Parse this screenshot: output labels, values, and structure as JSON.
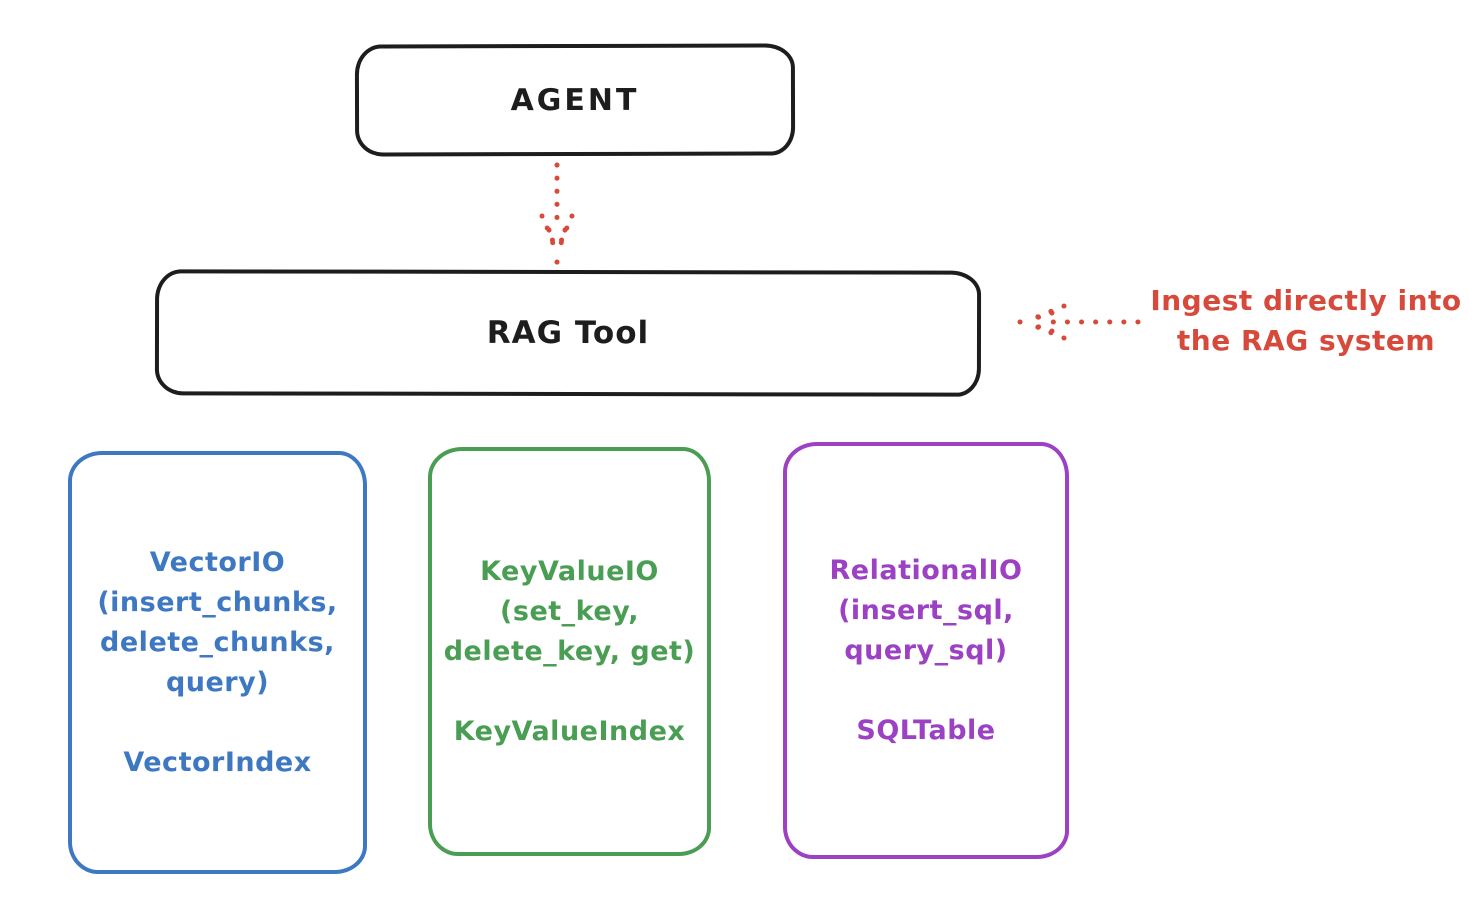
{
  "palette": {
    "ink": "#1d1d1d",
    "red": "#d6493b",
    "blue": "#3e78c2",
    "green": "#4a9e54",
    "purple": "#9c40c4",
    "background": "#ffffff"
  },
  "nodes": {
    "agent": {
      "label": "AGENT"
    },
    "rag_tool": {
      "label": "RAG Tool"
    }
  },
  "annotation": {
    "line1": "Ingest directly into",
    "line2": "the RAG system"
  },
  "io_boxes": [
    {
      "name": "vector-io",
      "color": "#3e78c2",
      "lines": [
        "VectorIO",
        "(insert_chunks,",
        "delete_chunks,",
        "query)"
      ],
      "index_label": "VectorIndex"
    },
    {
      "name": "keyvalue-io",
      "color": "#4a9e54",
      "lines": [
        "KeyValueIO",
        "(set_key,",
        "delete_key, get)"
      ],
      "index_label": "KeyValueIndex"
    },
    {
      "name": "relational-io",
      "color": "#9c40c4",
      "lines": [
        "RelationalIO",
        "(insert_sql,",
        "query_sql)"
      ],
      "index_label": "SQLTable"
    }
  ]
}
